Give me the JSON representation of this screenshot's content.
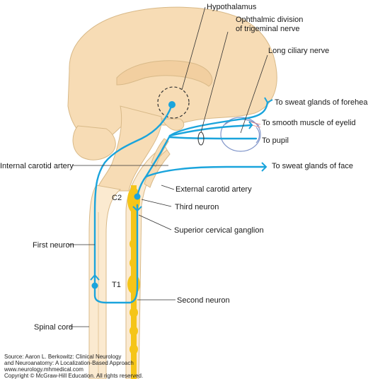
{
  "labels": {
    "hypothalamus": "Hypothalamus",
    "ophthalmic_1": "Ophthalmic division",
    "ophthalmic_2": "of trigeminal nerve",
    "long_ciliary": "Long ciliary nerve",
    "sweat_forehead": "To sweat glands of forehead",
    "smooth_muscle": "To smooth muscle of eyelid",
    "pupil": "To pupil",
    "internal_carotid": "Internal carotid artery",
    "sweat_face": "To sweat glands of face",
    "external_carotid": "External carotid artery",
    "c2": "C2",
    "third_neuron": "Third neuron",
    "superior_ganglion": "Superior cervical ganglion",
    "first_neuron": "First neuron",
    "t1": "T1",
    "second_neuron": "Second neuron",
    "spinal_cord": "Spinal cord"
  },
  "source": {
    "line1": "Source: Aaron L. Berkowitz: Clinical Neurology",
    "line2": "and Neuroanatomy: A Localization-Based Approach",
    "line3": "www.neurology.mhmedical.com",
    "line4": "Copyright © McGraw-Hill Education. All rights reserved."
  },
  "colors": {
    "brain_fill": "#f7dcb5",
    "brain_outline": "#d8b988",
    "nerve": "#1aa4dc",
    "ganglion": "#f5c518",
    "leader": "#333333"
  }
}
